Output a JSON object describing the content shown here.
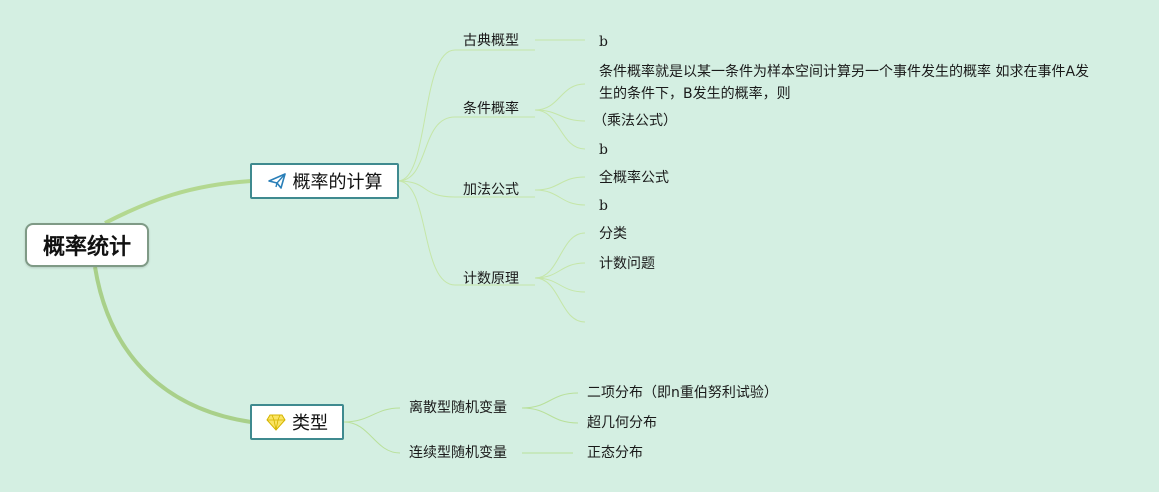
{
  "root": {
    "label": "概率统计"
  },
  "branches": [
    {
      "label": "概率的计算",
      "icon": "paper-plane-icon",
      "children": [
        {
          "label": "古典概型",
          "leaves": [
            "b"
          ]
        },
        {
          "label": "条件概率",
          "leaves": [
            "条件概率就是以某一条件为样本空间计算另一个事件发生的概率 如求在事件A发生的条件下，B发生的概率，则",
            "（乘法公式）",
            "b"
          ]
        },
        {
          "label": "加法公式",
          "leaves": [
            "全概率公式",
            "b"
          ]
        },
        {
          "label": "计数原理",
          "leaves": [
            "分类",
            "计数问题",
            "",
            ""
          ]
        }
      ]
    },
    {
      "label": "类型",
      "icon": "diamond-icon",
      "children": [
        {
          "label": "离散型随机变量",
          "leaves": [
            "二项分布（即n重伯努利试验）",
            "超几何分布"
          ]
        },
        {
          "label": "连续型随机变量",
          "leaves": [
            "正态分布"
          ]
        }
      ]
    }
  ],
  "colors": {
    "background": "#d4efe2",
    "main_link": "#a9d08a",
    "sub_link": "#b9e09a",
    "main_border": "#3f8a8f",
    "root_border": "#7f9a86"
  }
}
